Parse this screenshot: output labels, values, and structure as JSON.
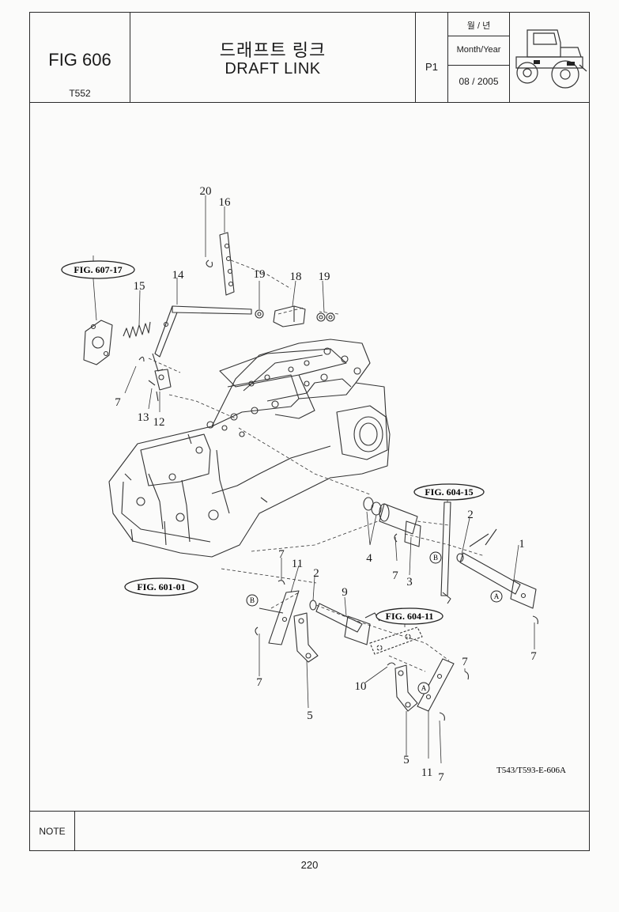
{
  "header": {
    "fig_number": "FIG 606",
    "model": "T552",
    "title_korean": "드래프트 링크",
    "title_english": "DRAFT LINK",
    "page_code": "P1",
    "date_label_korean": "월 / 년",
    "date_label_english": "Month/Year",
    "date_value": "08 / 2005"
  },
  "diagram": {
    "drawing_code": "T543/T593-E-606A",
    "figure_refs": [
      "FIG. 607-17",
      "FIG. 604-15",
      "FIG. 601-01",
      "FIG. 604-11"
    ],
    "callouts": {
      "c20": "20",
      "c16": "16",
      "c14": "14",
      "c15": "15",
      "c19a": "19",
      "c18": "18",
      "c19b": "19",
      "c7a": "7",
      "c13": "13",
      "c12": "12",
      "c4": "4",
      "c7b": "7",
      "c3": "3",
      "c2a": "2",
      "c1": "1",
      "c7c": "7",
      "c11a": "11",
      "c2b": "2",
      "c9": "9",
      "c7d": "7",
      "c7e": "7",
      "c5a": "5",
      "c10": "10",
      "c7f": "7",
      "c5b": "5",
      "c11b": "11",
      "c7g": "7"
    },
    "markers": {
      "a1": "A",
      "a2": "A",
      "b1": "B",
      "b2": "B"
    }
  },
  "footer": {
    "note_label": "NOTE",
    "page_number": "220"
  }
}
